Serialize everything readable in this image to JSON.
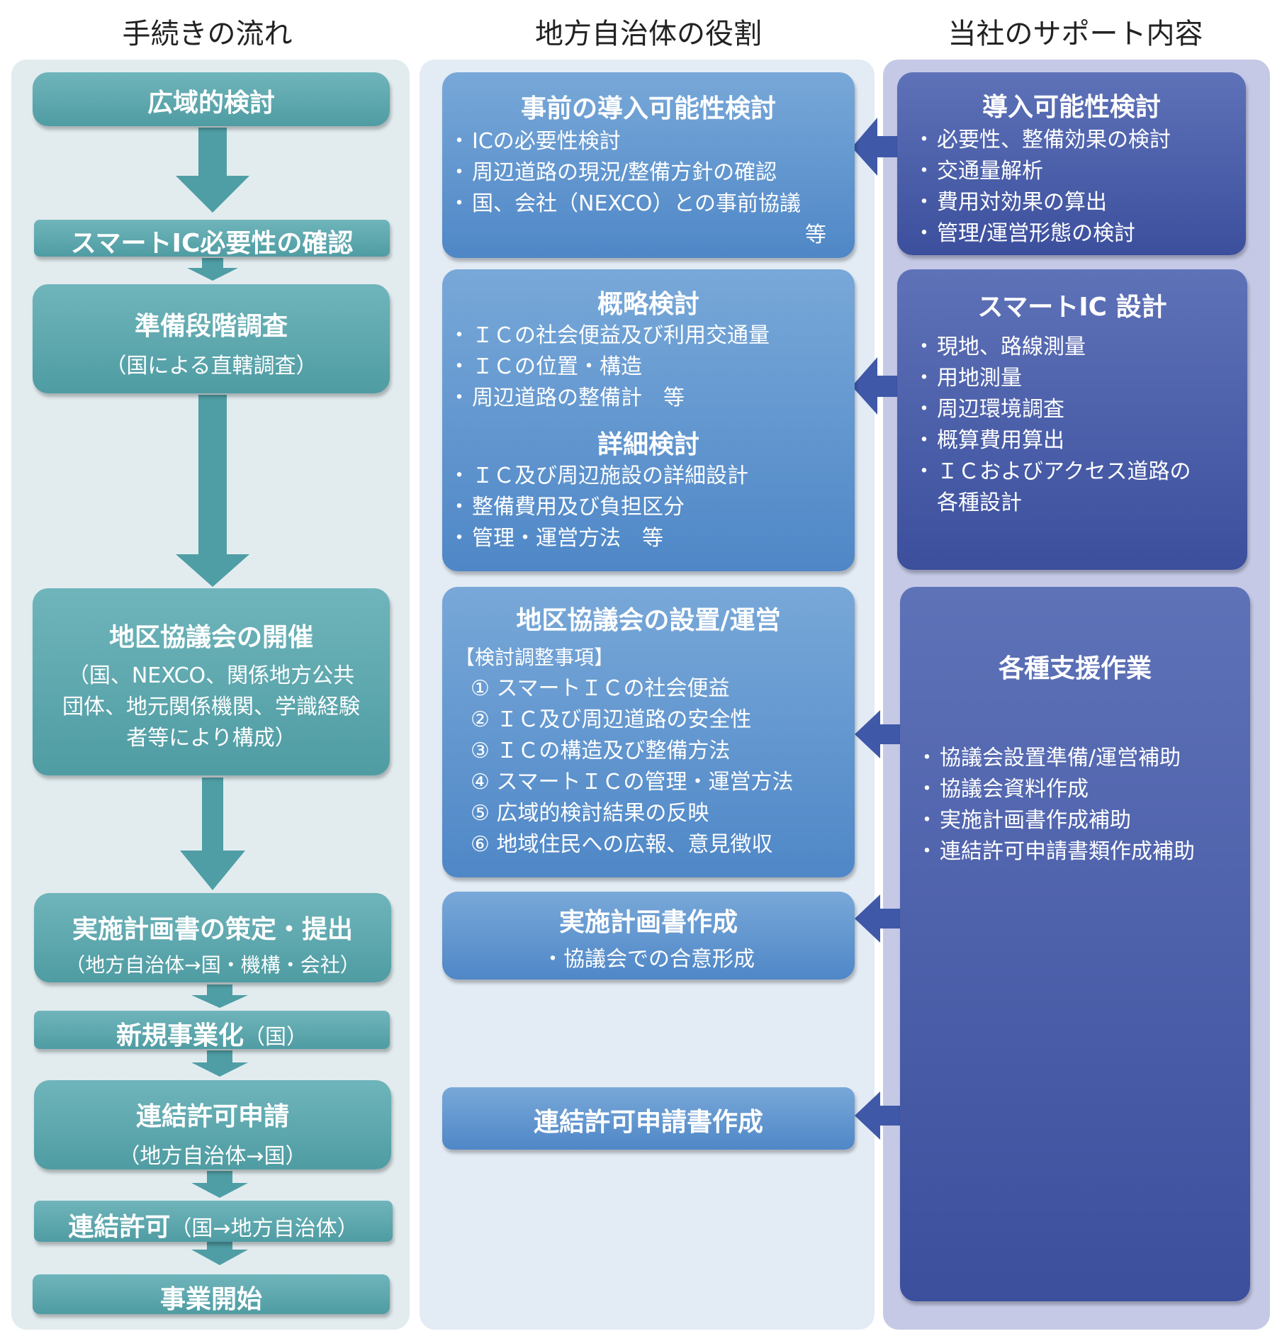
{
  "headers": {
    "flow": "手続きの流れ",
    "local": "地方自治体の役割",
    "company": "当社のサポート内容"
  },
  "flow": {
    "step1": "広域的検討",
    "step2": "スマートIC必要性の確認",
    "step3_title": "準備段階調査",
    "step3_sub": "（国による直轄調査）",
    "step4_title": "地区協議会の開催",
    "step4_sub": [
      "（国、NEXCO、関係地方公共",
      "団体、地元関係機関、学識経験",
      "者等により構成）"
    ],
    "step5_title": "実施計画書の策定・提出",
    "step5_sub": "（地方自治体→国・機構・会社）",
    "step6_title": "新規事業化",
    "step6_sub": "（国）",
    "step7_title": "連結許可申請",
    "step7_sub": "（地方自治体→国）",
    "step8_title": "連結許可",
    "step8_sub": "（国→地方自治体）",
    "step9": "事業開始"
  },
  "local": {
    "box1_title": "事前の導入可能性検討",
    "box1_items": [
      "ICの必要性検討",
      "周辺道路の現況/整備方針の確認",
      "国、会社（NEXCO）との事前協議"
    ],
    "box1_etc": "等",
    "box2_title1": "概略検討",
    "box2_items1": [
      "ＩＣの社会便益及び利用交通量",
      "ＩＣの位置・構造",
      "周辺道路の整備計　等"
    ],
    "box2_title2": "詳細検討",
    "box2_items2": [
      "ＩＣ及び周辺施設の詳細設計",
      "整備費用及び負担区分",
      "管理・運営方法　等"
    ],
    "box3_title": "地区協議会の設置/運営",
    "box3_subhead": "【検討調整事項】",
    "box3_items": [
      "① スマートＩＣの社会便益",
      "② ＩＣ及び周辺道路の安全性",
      "③ ＩＣの構造及び整備方法",
      "④ スマートＩＣの管理・運営方法",
      "⑤ 広域的検討結果の反映",
      "⑥ 地域住民への広報、意見徴収"
    ],
    "box4_title": "実施計画書作成",
    "box4_item": "・協議会での合意形成",
    "box5_title": "連結許可申請書作成"
  },
  "company": {
    "box1_title": "導入可能性検討",
    "box1_items": [
      "必要性、整備効果の検討",
      "交通量解析",
      "費用対効果の算出",
      "管理/運営形態の検討"
    ],
    "box2_title": "スマートIC 設計",
    "box2_items": [
      "現地、路線測量",
      "用地測量",
      "周辺環境調査",
      "概算費用算出",
      "ＩＣおよびアクセス道路の"
    ],
    "box2_cont": "各種設計",
    "box3_title": "各種支援作業",
    "box3_items": [
      "協議会設置準備/運営補助",
      "協議会資料作成",
      "実施計画書作成補助",
      "連結許可申請書類作成補助"
    ]
  },
  "colors": {
    "teal": "#5aa6ad",
    "blue": "#5f93cd",
    "navy": "#4a5ca8",
    "panel_left": "#e2ecef",
    "panel_mid": "#e3ebf4",
    "panel_right": "#c5c9e6"
  }
}
